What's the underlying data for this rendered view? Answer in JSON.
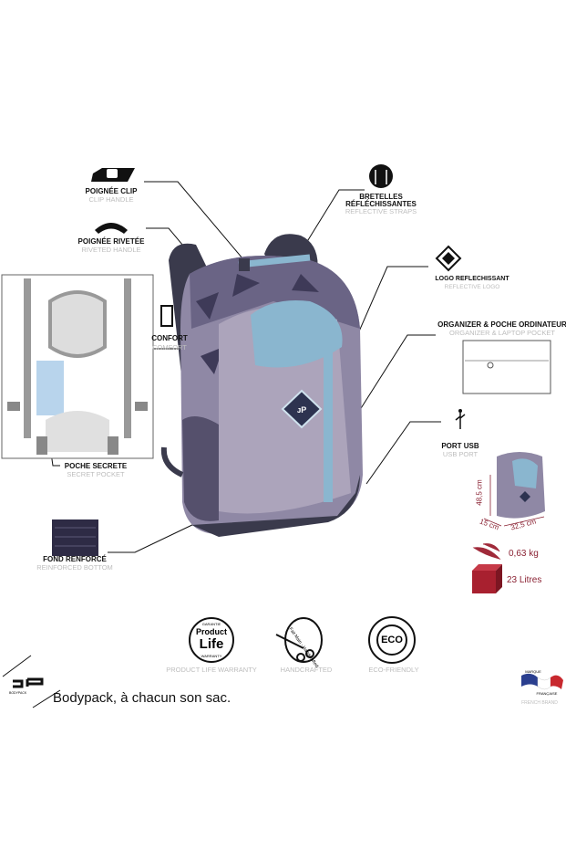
{
  "features": {
    "clip_handle": {
      "label": "POIGNÉE CLIP",
      "sub": "CLIP HANDLE",
      "icon": "clip-handle-icon"
    },
    "riveted_handle": {
      "label": "POIGNÉE RIVETÉE",
      "sub": "RIVETED HANDLE",
      "icon": "riveted-handle-icon"
    },
    "reflective_straps": {
      "label_line1": "BRETELLES",
      "label_line2": "RÉFLÉCHISSANTES",
      "sub": "REFLECTIVE STRAPS",
      "icon": "straps-icon"
    },
    "reflective_logo": {
      "label": "LOGO REFLECHISSANT",
      "sub": "REFLECTIVE LOGO",
      "icon": "reflective-diamond-icon"
    },
    "organizer": {
      "label": "ORGANIZER & POCHE ORDINATEUR",
      "sub": "ORGANIZER & LAPTOP POCKET"
    },
    "usb": {
      "label": "PORT USB",
      "sub": "USB PORT",
      "icon": "usb-icon"
    },
    "comfort": {
      "label": "CONFORT",
      "sub": "COMFORT",
      "icon": "comfort-icon"
    },
    "secret_pocket": {
      "label": "POCHE SECRETE",
      "sub": "SECRET POCKET"
    },
    "bottom": {
      "label": "FOND RENFORCÉ",
      "sub": "REINFORCED BOTTOM"
    }
  },
  "specs": {
    "height": "48,5 cm",
    "depth": "15 cm",
    "width": "32,5 cm",
    "weight": "0,63 kg",
    "volume": "23 Litres",
    "accent": "#8a2233"
  },
  "badges": [
    {
      "top": "GARANTIE",
      "line1": "Product",
      "line2": "Life",
      "bottom": "WARRANTY",
      "sub": "PRODUCT LIFE WARRANTY"
    },
    {
      "arc": "Fait Main - Handcrafted",
      "sub": "HANDCRAFTED",
      "icon": "scissors-icon"
    },
    {
      "text": "ECO",
      "sub": "ECO-FRIENDLY"
    }
  ],
  "brand": {
    "logo_text": "BODYPACK",
    "tagline": "Bodypack, à chacun son sac.",
    "french_top": "MARQUE",
    "french_bottom": "FRANÇAISE",
    "french_sub": "FRENCH BRAND"
  },
  "colors": {
    "body": "#a79fb6",
    "pattern": "#4b4763",
    "accent_blue": "#8ab6cf",
    "dark": "#3a3a4c"
  }
}
